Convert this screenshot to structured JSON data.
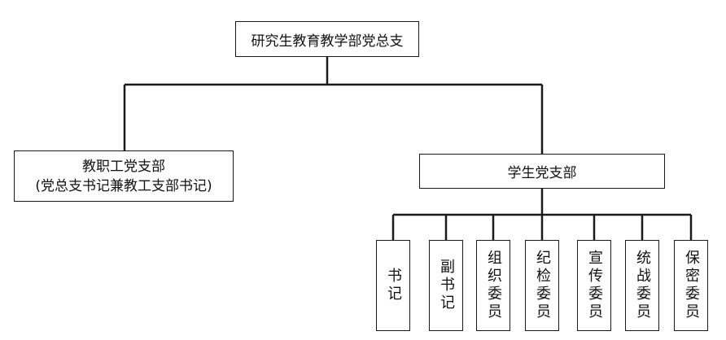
{
  "root": {
    "label": "研究生教育教学部党总支"
  },
  "branches": {
    "staff": {
      "line1": "教职工党支部",
      "line2": "(党总支书记兼教工支部书记)"
    },
    "student": {
      "label": "学生党支部",
      "committee": [
        "书记",
        "副书记",
        "组织委员",
        "纪检委员",
        "宣传委员",
        "统战委员",
        "保密委员"
      ]
    }
  },
  "colors": {
    "line": "#1a1a1a",
    "border": "#1a1a1a",
    "background": "#ffffff"
  }
}
